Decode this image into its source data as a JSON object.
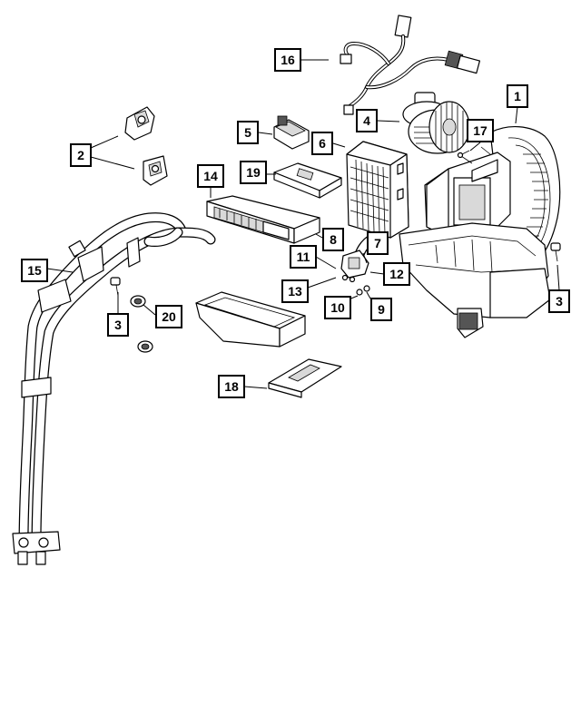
{
  "callouts": [
    {
      "id": "c1",
      "label": "1"
    },
    {
      "id": "c2",
      "label": "2"
    },
    {
      "id": "c3a",
      "label": "3"
    },
    {
      "id": "c3b",
      "label": "3"
    },
    {
      "id": "c4",
      "label": "4"
    },
    {
      "id": "c5",
      "label": "5"
    },
    {
      "id": "c6",
      "label": "6"
    },
    {
      "id": "c7",
      "label": "7"
    },
    {
      "id": "c8",
      "label": "8"
    },
    {
      "id": "c9",
      "label": "9"
    },
    {
      "id": "c10",
      "label": "10"
    },
    {
      "id": "c11",
      "label": "11"
    },
    {
      "id": "c12",
      "label": "12"
    },
    {
      "id": "c13",
      "label": "13"
    },
    {
      "id": "c14",
      "label": "14"
    },
    {
      "id": "c15",
      "label": "15"
    },
    {
      "id": "c16",
      "label": "16"
    },
    {
      "id": "c17",
      "label": "17"
    },
    {
      "id": "c18",
      "label": "18"
    },
    {
      "id": "c19",
      "label": "19"
    },
    {
      "id": "c20",
      "label": "20"
    }
  ]
}
